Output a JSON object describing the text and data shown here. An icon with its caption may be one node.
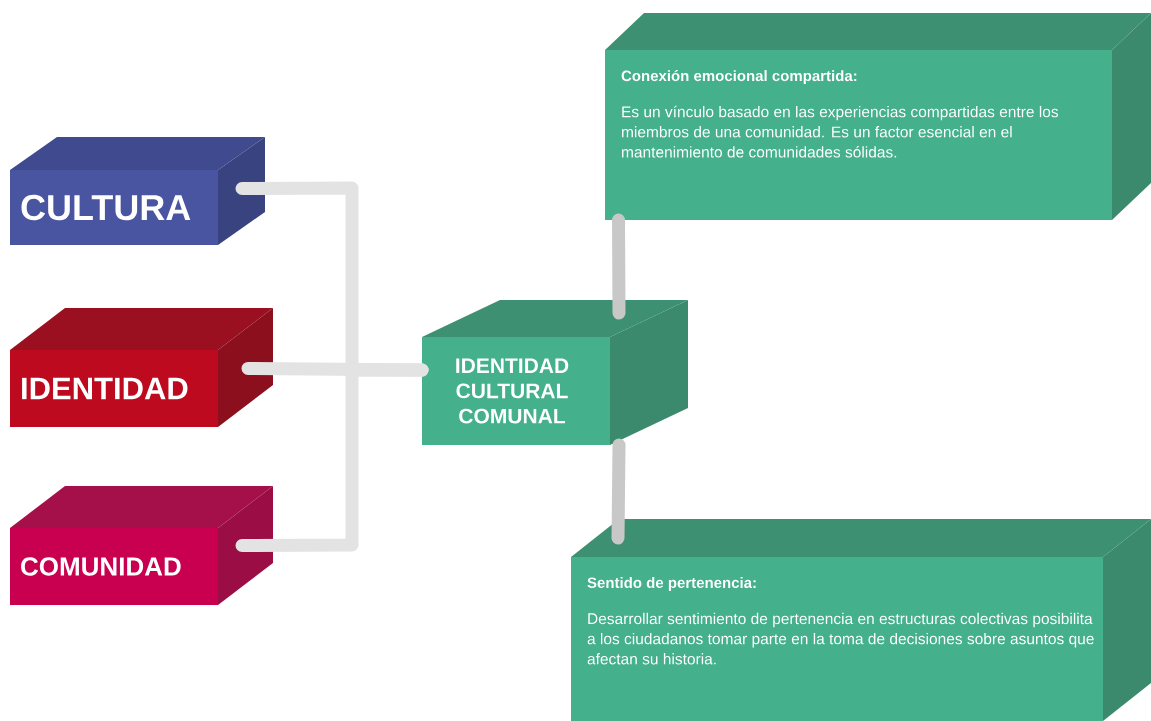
{
  "diagram": {
    "nodes": [
      {
        "text": [
          "CULTURA"
        ]
      },
      {
        "text": [
          "IDENTIDAD"
        ]
      },
      {
        "text": [
          "COMUNIDAD"
        ]
      },
      {
        "text": [
          "IDENTIDAD CULTURAL COMUNAL"
        ]
      },
      {
        "text": [
          "Conexión emocional compartida:",
          "Es un vínculo basado en las experiencias compartidas entre los miembros de una comunidad. Es un factor esencial en el mantenimiento de comunidades sólidas."
        ]
      },
      {
        "text": [
          "Sentido de pertenencia:",
          "Desarrollar sentimiento de pertenencia en estructuras colectivas posibilita a los ciudadanos tomar parte en la toma de decisiones sobre asuntos que afectan su historia."
        ]
      }
    ],
    "edges": [
      {
        "from": 0,
        "to": 3,
        "arrow": "none"
      },
      {
        "from": 1,
        "to": 3,
        "arrow": "none"
      },
      {
        "from": 2,
        "to": 3,
        "arrow": "none"
      },
      {
        "from": 3,
        "to": 4,
        "arrow": "none",
        "color": "#c8c8c8"
      },
      {
        "from": 3,
        "to": 5,
        "arrow": "none",
        "color": "#c8c8c8"
      }
    ]
  }
}
